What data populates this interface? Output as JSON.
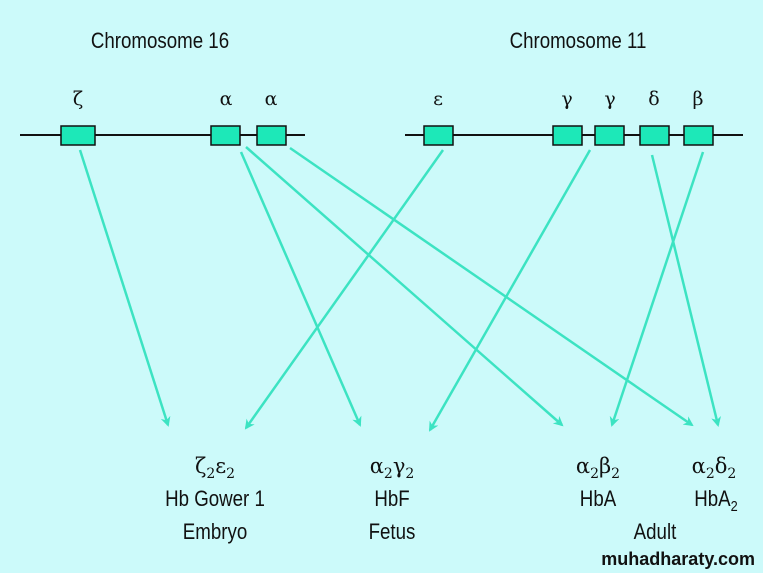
{
  "chromosomes": [
    {
      "label": "Chromosome 16"
    },
    {
      "label": "Chromosome 11"
    }
  ],
  "genes": [
    {
      "label": "ζ"
    },
    {
      "label": "α"
    },
    {
      "label": "α"
    },
    {
      "label": "ε"
    },
    {
      "label": "γ"
    },
    {
      "label": "γ"
    },
    {
      "label": "δ"
    },
    {
      "label": "β"
    }
  ],
  "products": [
    {
      "a": "ζ",
      "a_sub": "2",
      "b": "ε",
      "b_sub": "2",
      "name": "Hb Gower 1",
      "name_sub": "",
      "stage": "Embryo"
    },
    {
      "a": "α",
      "a_sub": "2",
      "b": "γ",
      "b_sub": "2",
      "name": "HbF",
      "name_sub": "",
      "stage": "Fetus"
    },
    {
      "a": "α",
      "a_sub": "2",
      "b": "β",
      "b_sub": "2",
      "name": "HbA",
      "name_sub": ""
    },
    {
      "a": "α",
      "a_sub": "2",
      "b": "δ",
      "b_sub": "2",
      "name": "HbA",
      "name_sub": "2"
    }
  ],
  "adult_label": "Adult",
  "watermark": "muhadharaty.com",
  "colors": {
    "gene": "#1de8b8",
    "arrow": "#3ce3c2",
    "background": "#ccfafa"
  }
}
